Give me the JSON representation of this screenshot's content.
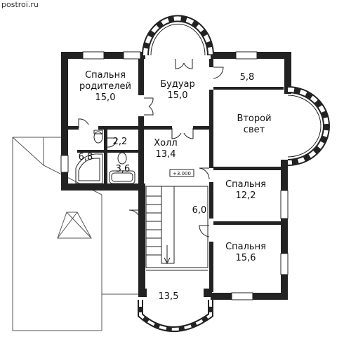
{
  "watermark": "postroi.ru",
  "level_mark": "+3.000",
  "rooms": [
    {
      "id": "parents-bedroom",
      "name_lines": [
        "Спальня",
        "родителей"
      ],
      "area": "15,0"
    },
    {
      "id": "boudoir",
      "name_lines": [
        "Будуар"
      ],
      "area": "15,0"
    },
    {
      "id": "room-5-8",
      "name_lines": [],
      "area": "5,8"
    },
    {
      "id": "second-light",
      "name_lines": [
        "Второй",
        "свет"
      ],
      "area": ""
    },
    {
      "id": "wc",
      "name_lines": [],
      "area": "2,2"
    },
    {
      "id": "hall",
      "name_lines": [
        "Холл"
      ],
      "area": "13,4"
    },
    {
      "id": "bathroom",
      "name_lines": [],
      "area": "6,8"
    },
    {
      "id": "bath-small",
      "name_lines": [],
      "area": "3,6"
    },
    {
      "id": "bedroom-1",
      "name_lines": [
        "Спальня"
      ],
      "area": "12,2"
    },
    {
      "id": "corridor",
      "name_lines": [],
      "area": "6,0"
    },
    {
      "id": "bedroom-2",
      "name_lines": [
        "Спальня"
      ],
      "area": "15,6"
    },
    {
      "id": "bottom-room",
      "name_lines": [],
      "area": "13,5"
    }
  ]
}
